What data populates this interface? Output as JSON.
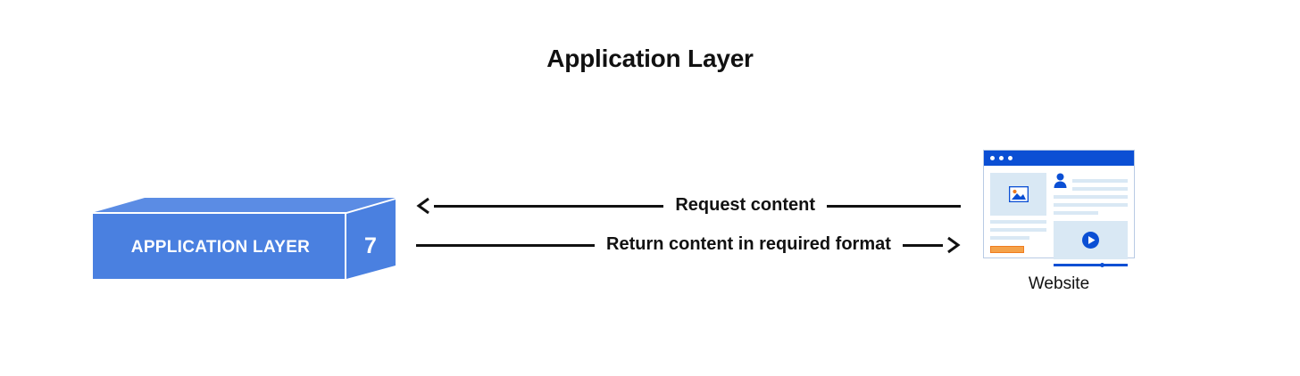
{
  "diagram": {
    "title": "Application Layer",
    "type": "osi-layer-flow-diagram",
    "accent_blue": "#4a80e0",
    "browser_blue": "#0b4fd4",
    "orange": "#ef7c1f",
    "text_color": "#111111"
  },
  "layer_box": {
    "label": "APPLICATION LAYER",
    "number": "7",
    "face_color": "#4a80e0",
    "top_color": "#5b8ce4",
    "side_color": "#4a80e0"
  },
  "flows": [
    {
      "id": "request",
      "label": "Request content",
      "direction": "left",
      "arrow_icon": "arrow-left-icon"
    },
    {
      "id": "response",
      "label": "Return content in required format",
      "direction": "right",
      "arrow_icon": "arrow-right-icon"
    }
  ],
  "website": {
    "caption": "Website",
    "titlebar_dots": 3,
    "left_column": {
      "image_icon": "image-placeholder-icon",
      "text_lines": 3,
      "button_color": "#ef7c1f"
    },
    "right_column": {
      "avatar_icon": "person-avatar-icon",
      "avatar_lines": 2,
      "text_lines": 3,
      "video_icon": "play-button-icon",
      "progress_percent": 63
    }
  }
}
